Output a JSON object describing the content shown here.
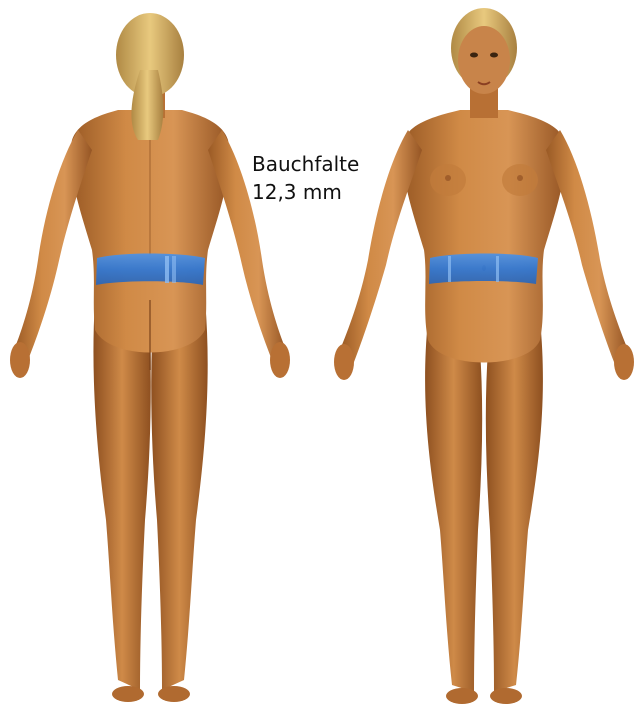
{
  "measurement": {
    "site_label": "Bauchfalte",
    "value_text": "12,3 mm"
  },
  "colors": {
    "background": "#ffffff",
    "skin_light": "#d48a45",
    "skin_mid": "#b8702f",
    "skin_dark": "#8a4f1e",
    "hair": "#d8b46a",
    "band": "#2f78d6",
    "band_light": "#6aa8ef",
    "text": "#111111"
  },
  "figures": [
    {
      "view": "back"
    },
    {
      "view": "front"
    }
  ]
}
